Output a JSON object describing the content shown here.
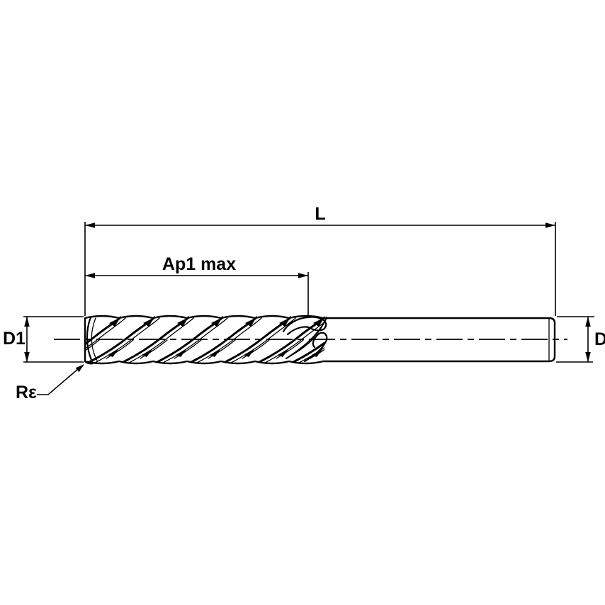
{
  "diagram": {
    "type": "technical-drawing",
    "subject": "Solid end mill side view with dimension callouts",
    "labels": {
      "overall_length": "L",
      "max_depth_of_cut": "Ap1 max",
      "cutting_diameter": "D1",
      "shank_diameter": "D",
      "corner_radius": "Rε"
    },
    "colors": {
      "line": "#000000",
      "tool_fill": "#d8d8d8",
      "background": "#ffffff"
    }
  }
}
